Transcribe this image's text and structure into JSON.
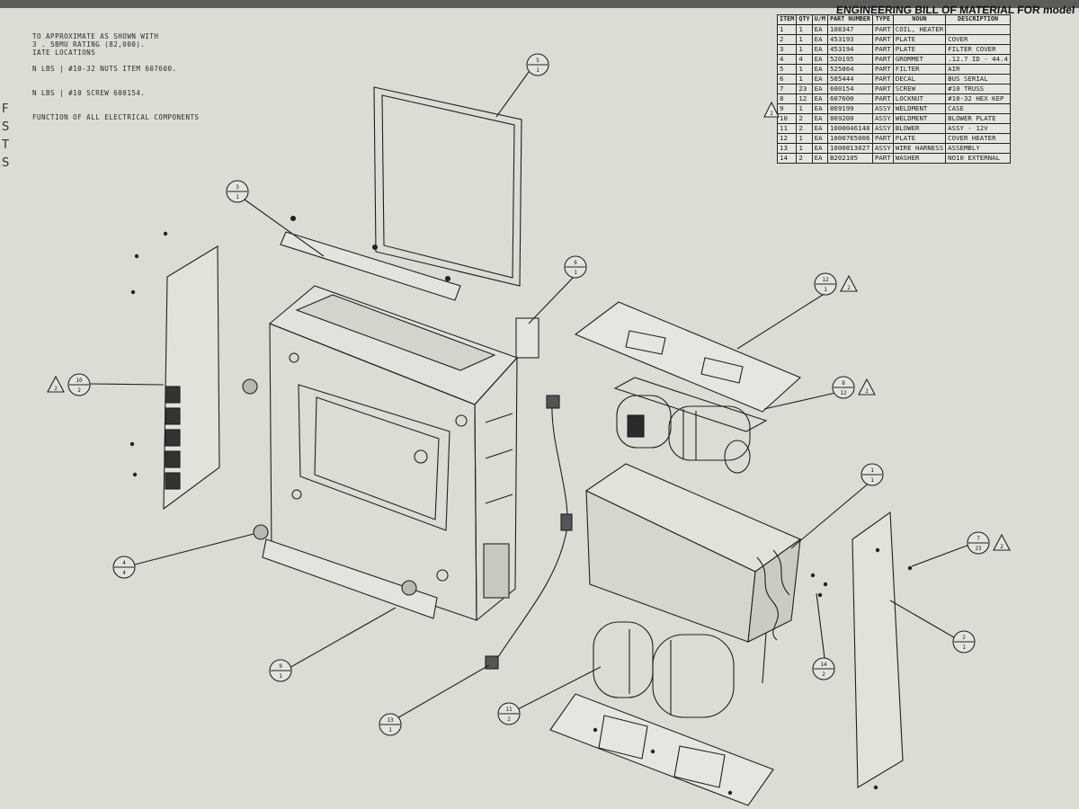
{
  "notes": [
    "TO APPROXIMATE AS SHOWN WITH",
    "3 . 5BMU RATING (82,000).",
    "IATE LOCATIONS",
    "",
    "N LBS | #10-32 NUTS ITEM 607600.",
    "",
    "",
    "N LBS | #10 SCREW 600154.",
    "",
    "",
    "FUNCTION OF ALL ELECTRICAL COMPONENTS"
  ],
  "side_chars": [
    "F",
    "S",
    "T",
    "S"
  ],
  "bom": {
    "title": "ENGINEERING BILL OF MATERIAL FOR model",
    "headers": [
      "ITEM",
      "QTY",
      "U/M",
      "PART NUMBER",
      "TYPE",
      "NOUN",
      "DESCRIPTION"
    ],
    "rows": [
      [
        "1",
        "1",
        "EA",
        "108347",
        "PART",
        "COIL, HEATER",
        ""
      ],
      [
        "2",
        "1",
        "EA",
        "453193",
        "PART",
        "PLATE",
        "COVER"
      ],
      [
        "3",
        "1",
        "EA",
        "453194",
        "PART",
        "PLATE",
        "FILTER COVER"
      ],
      [
        "4",
        "4",
        "EA",
        "520195",
        "PART",
        "GROMMET",
        ".12.7 ID - 44.4"
      ],
      [
        "5",
        "1",
        "EA",
        "525864",
        "PART",
        "FILTER",
        "AIR"
      ],
      [
        "6",
        "1",
        "EA",
        "585444",
        "PART",
        "DECAL",
        "BUS SERIAL"
      ],
      [
        "7",
        "23",
        "EA",
        "600154",
        "PART",
        "SCREW",
        "#10 TRUSS"
      ],
      [
        "8",
        "12",
        "EA",
        "607600",
        "PART",
        "LOCKNUT",
        "#10-32 HEX KEP"
      ],
      [
        "9",
        "1",
        "EA",
        "869199",
        "ASSY",
        "WELDMENT",
        "CASE"
      ],
      [
        "10",
        "2",
        "EA",
        "869200",
        "ASSY",
        "WELDMENT",
        "BLOWER PLATE"
      ],
      [
        "11",
        "2",
        "EA",
        "1000046148",
        "ASSY",
        "BLOWER",
        "ASSY - 12V"
      ],
      [
        "12",
        "1",
        "EA",
        "1000765006",
        "PART",
        "PLATE",
        "COVER HEATER"
      ],
      [
        "13",
        "1",
        "EA",
        "1000813027",
        "ASSY",
        "WIRE HARNESS",
        "ASSEMBLY"
      ],
      [
        "14",
        "2",
        "EA",
        "B202105",
        "PART",
        "WASHER",
        "NO10 EXTERNAL"
      ]
    ]
  },
  "revision_mark": "2",
  "balloons": [
    {
      "item": "5",
      "qty": "1"
    },
    {
      "item": "3",
      "qty": "1"
    },
    {
      "item": "6",
      "qty": "1"
    },
    {
      "item": "12",
      "qty": "1",
      "rev": "2"
    },
    {
      "item": "8",
      "qty": "12",
      "rev": "2"
    },
    {
      "item": "10",
      "qty": "2",
      "rev": "2"
    },
    {
      "item": "1",
      "qty": "1"
    },
    {
      "item": "7",
      "qty": "23",
      "rev": "2"
    },
    {
      "item": "4",
      "qty": "4"
    },
    {
      "item": "9",
      "qty": "1"
    },
    {
      "item": "13",
      "qty": "1"
    },
    {
      "item": "11",
      "qty": "2"
    },
    {
      "item": "14",
      "qty": "2"
    },
    {
      "item": "2",
      "qty": "1"
    }
  ]
}
